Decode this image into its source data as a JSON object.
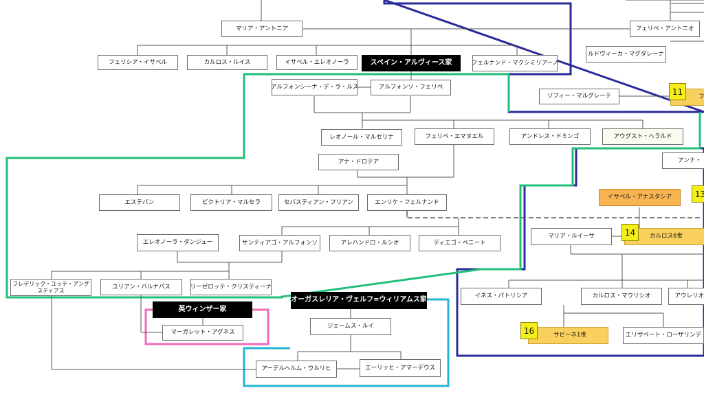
{
  "houses": {
    "alvis": "スペイン・アルヴィース家",
    "windsor": "英ウィンザー家",
    "welf": "オーガスレリア・ヴェルフ=ウィリアムス家"
  },
  "people": {
    "maria_antonia": "マリア・アントニア",
    "felipe_antonio": "フェリペ・アントニオ",
    "felicia_isabel": "フェリシア・イサベル",
    "carlos_luis": "カルロス・ルイス",
    "isabel_eleonora": "イサベル・エレオノーラ",
    "fernando_maximiliano": "フェルナンド・マクシミリアーノ",
    "ludovica_magdalena": "ルドヴィーカ・マグダレーナ",
    "sophie_margarete": "ゾフィー・マルグレーテ",
    "alfoncina_de_la_luz": "アルフォンシーナ・デ・ラ・ルス",
    "alfonso_felipe": "アルフォンソ・フェリペ",
    "leonor_marcelina": "レオノール・マルセリナ",
    "felipe_emanuel": "フェリペ・エマヌエル",
    "andres_domingo": "アンドレス・ドミンゴ",
    "august_harald": "アウグスト・ヘラルド",
    "ana_dorotea": "アナ・ドロテア",
    "anna_partial": "アンナ・",
    "estevan": "エステバン",
    "victoria_marcela": "ビクトリア・マルセラ",
    "sebastian_julian": "セバスティアン・フリアン",
    "enrique_fernando": "エンリケ・フェルナンド",
    "isabel_anastasia": "イサベル・アナスタシア",
    "eleonora_danju": "エレオノーラ・ダンジュー",
    "santiago_alfonso": "サンティアゴ・アルフォンソ",
    "alejandro_lucio": "アレハンドロ・ルシオ",
    "diego_benito": "ディエゴ・ベニート",
    "maria_luisa": "マリア・ルイーサ",
    "carlos_6": "カルロス6世",
    "frederick": "フレデリック・ユッテ・アングスティアス",
    "julian_bernabas": "ユリアン・バルナバス",
    "liselotte": "リーゼロッテ・クリスティーナ",
    "ines_patricia": "イネス・パトリシア",
    "carlos_mauricio": "カルロス・マウリシオ",
    "aurelio_partial": "アウレリオ・",
    "margaret_agnes": "マーガレット・アグネス",
    "james_louis": "ジェームス・ルイ",
    "sabine_1": "サビーネ1世",
    "elisabeth_rosalinde": "エリザベート・ローザリンデ",
    "adelhelm_ulrich": "アーデルヘルム・ウルリヒ",
    "ehrich_amadeus": "エーリッヒ・アマーデウス",
    "partial_f": "フ"
  },
  "badges": {
    "b11": "11",
    "b13": "13",
    "b14": "14",
    "b16": "16"
  },
  "colors": {
    "green_outline": "#1fbf7a",
    "navy_outline": "#2a2a9a",
    "pink_outline": "#f06ab8",
    "cyan_outline": "#22b4d2",
    "connector": "#555555",
    "house_bg": "#000000",
    "orange_node": "#f8b450",
    "gold_node": "#f9cf5d",
    "badge_yellow": "#f5ee1a"
  }
}
